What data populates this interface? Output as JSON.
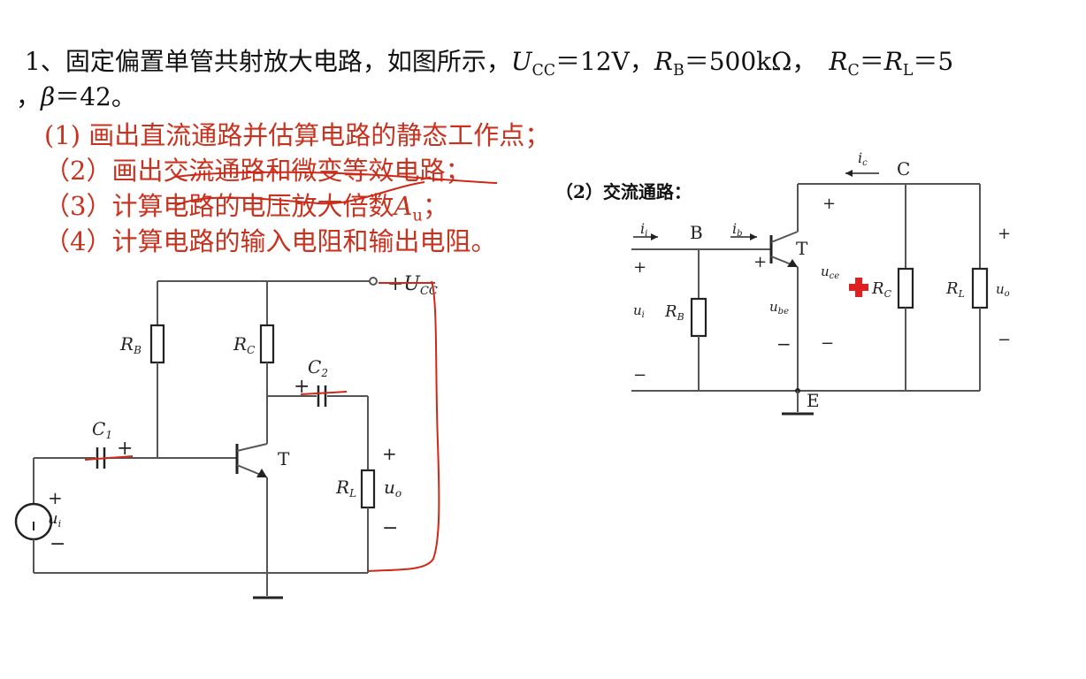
{
  "problem": {
    "line1": {
      "prefix": "1、固定偏置单管共射放大电路，如图所示，",
      "ucc_sym": "U",
      "ucc_sub": "CC",
      "ucc_val": "＝12V，",
      "rb_sym": "R",
      "rb_sub": "B",
      "rb_val": "＝500kΩ，",
      "rc_sym": "R",
      "rc_sub": "C",
      "eq": "＝",
      "rl_sym": "R",
      "rl_sub": "L",
      "rl_val": "＝5"
    },
    "line2": {
      "prefix": "，",
      "beta": "β",
      "val": "＝42。"
    },
    "tasks": {
      "t1": "(1) 画出直流通路并估算电路的静态工作点；",
      "t2": "（2）画出交流通路和微变等效电路；",
      "t3_prefix": "（3）计算电路的电压放大倍数",
      "t3_sym": "A",
      "t3_sub": "u",
      "t3_suffix": "；",
      "t4": "（4）计算电路的输入电阻和输出电阻。"
    }
  },
  "circuit1": {
    "rb": "R",
    "rb_sub": "B",
    "rc": "R",
    "rc_sub": "C",
    "c1": "C",
    "c1_sub": "1",
    "c2": "C",
    "c2_sub": "2",
    "t": "T",
    "rl": "R",
    "rl_sub": "L",
    "uo": "u",
    "uo_sub": "o",
    "ui": "u",
    "ui_sub": "i",
    "ucc": "+U",
    "ucc_sub": "CC",
    "plus": "+",
    "minus": "−"
  },
  "circuit2": {
    "heading": "（2）交流通路：",
    "ii": "i",
    "ii_sub": "i",
    "b": "B",
    "ib": "i",
    "ib_sub": "b",
    "t": "T",
    "ic": "i",
    "ic_sub": "c",
    "c": "C",
    "e": "E",
    "ui": "u",
    "ui_sub": "i",
    "rb": "R",
    "rb_sub": "B",
    "ube": "u",
    "ube_sub": "be",
    "uce": "u",
    "uce_sub": "ce",
    "rc": "R",
    "rc_sub": "C",
    "rl": "R",
    "rl_sub": "L",
    "uo": "u",
    "uo_sub": "o",
    "plus": "+",
    "minus": "−"
  },
  "colors": {
    "annotation": "#d02818",
    "wire": "#555555",
    "cursor": "#e02020"
  }
}
